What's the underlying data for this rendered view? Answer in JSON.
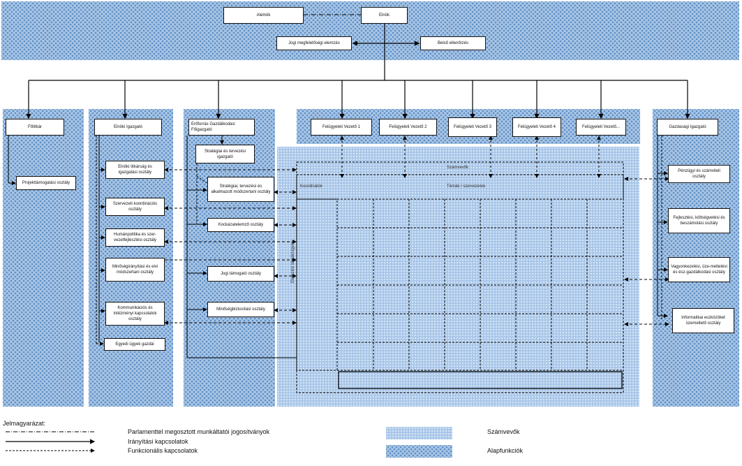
{
  "top": {
    "alelnok": "Alelnök",
    "elnok": "Elnök",
    "jogi": "Jogi megfelelőségi elemzés",
    "belso": "Belső ellenőrzés"
  },
  "departments": {
    "fotitkar": {
      "head": "Főtitkár",
      "units": [
        "Projekttámogatási osztály"
      ]
    },
    "elnoki": {
      "head": "Elnöki Igazgató",
      "units": [
        "Elnöki titkárság és igazgatási osztály",
        "Szervezeti koordinációs osztály",
        "Humánpolitika és szer-vezetfejlesztési osztály",
        "Minőségirányítási és elvi módszertani osztály",
        "Kommunikációs és intézményi kapcsolatok osztály",
        "Egyedi ügyek gazdái"
      ]
    },
    "eroforras": {
      "head": "Erőforrás Gazdálkodási Főigazgató",
      "units": [
        "Stratégiai és tervezési igazgató",
        "Stratégiai, tervezési és alkalmazott módszertani osztály",
        "Kockázatelemző osztály",
        "Jogi támogató osztály",
        "Minőségbiztosítási osztály"
      ]
    },
    "felugyeleti": [
      "Felügyeleti Vezető 1",
      "Felügyeleti Vezető 2",
      "Felügyeleti Vezető 3",
      "Felügyeleti Vezető 4",
      "Felügyeleti Vezető..."
    ],
    "gazdasagi": {
      "head": "Gazdasági Igazgató",
      "units": [
        "Pénzügyi és számviteli osztály",
        "Fejlesztési, költségvetési és beszámolási osztály",
        "Vagyonkezelési, üze-meltetési és ész-gazdálkodási osztály",
        "Informatikai eszközöket üzemeltető osztály"
      ]
    }
  },
  "matrix": {
    "top_label": "Számvevők",
    "left_label": "Koordinálók",
    "header_label": "Témák / szervezetek",
    "side_label": "Elemzési témák/ügyek"
  },
  "legend": {
    "title": "Jelmagyarázat:",
    "items": [
      "Parlamenttel megosztott munkáltatói jogosítványok",
      "Irányítási kapcsolatok",
      "Funkcionális kapcsolatok"
    ],
    "swatches": [
      "Számvevők",
      "Alapfunkciók"
    ]
  }
}
